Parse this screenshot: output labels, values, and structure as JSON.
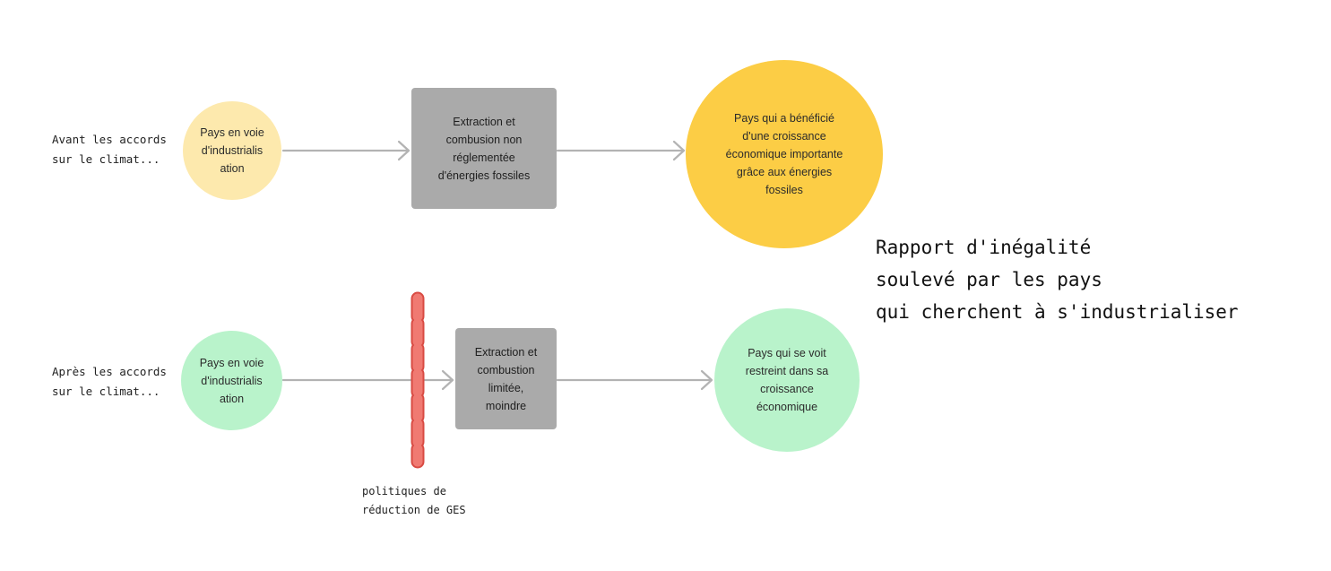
{
  "row_before": {
    "label": "Avant les accords\nsur le climat...",
    "start_node": "Pays en voie\nd'industrialis\nation",
    "process_node": "Extraction et\ncombusion non\nréglementée\nd'énergies fossiles",
    "result_node": "Pays qui a bénéficié\nd'une croissance\néconomique importante\ngrâce aux énergies\nfossiles"
  },
  "row_after": {
    "label": "Après les accords\nsur le climat...",
    "start_node": "Pays en voie\nd'industrialis\nation",
    "process_node": "Extraction et\ncombustion\nlimitée,\nmoindre",
    "result_node": "Pays qui se voit\nrestreint dans sa\ncroissance\néconomique"
  },
  "barrier": {
    "label": "politiques de\nréduction de GES"
  },
  "side_note": "Rapport d'inégalité\nsoulevé par les pays\nqui cherchent à s'industrialiser",
  "colors": {
    "start_before": "#fde9ad",
    "result_before": "#fccd45",
    "start_after": "#b9f3cb",
    "result_after": "#b9f3cb",
    "process": "#aaaaaa",
    "arrow": "#b3b3b3",
    "barrier": "#f07a72"
  }
}
